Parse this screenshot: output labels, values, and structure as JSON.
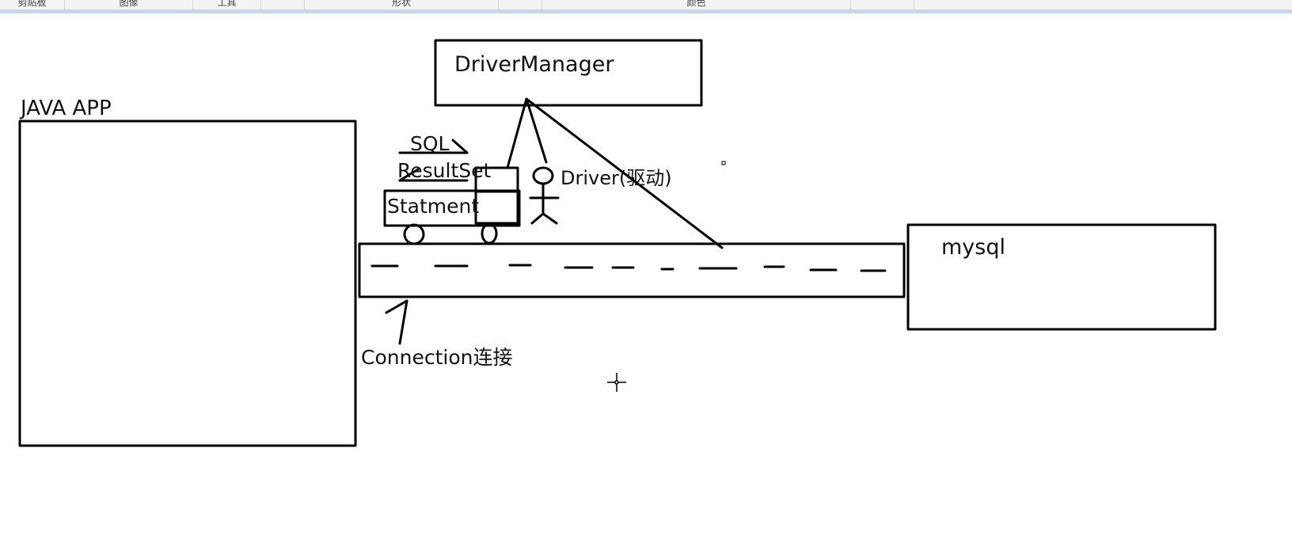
{
  "ribbon": {
    "groups": [
      "剪贴板",
      "图像",
      "工具",
      "",
      "形状",
      "",
      "颜色",
      "",
      ""
    ]
  },
  "diagram": {
    "java_app_label": "JAVA APP",
    "driver_manager_label": "DriverManager",
    "driver_label": "Driver(驱动)",
    "mysql_label": "mysql",
    "connection_label": "Connection连接",
    "statement_label": "Statment",
    "resultset_label": "ResultSet",
    "sql_label": "SQL"
  },
  "stroke_color": "#000000",
  "icons": {
    "cursor": "crosshair-cursor-icon"
  }
}
